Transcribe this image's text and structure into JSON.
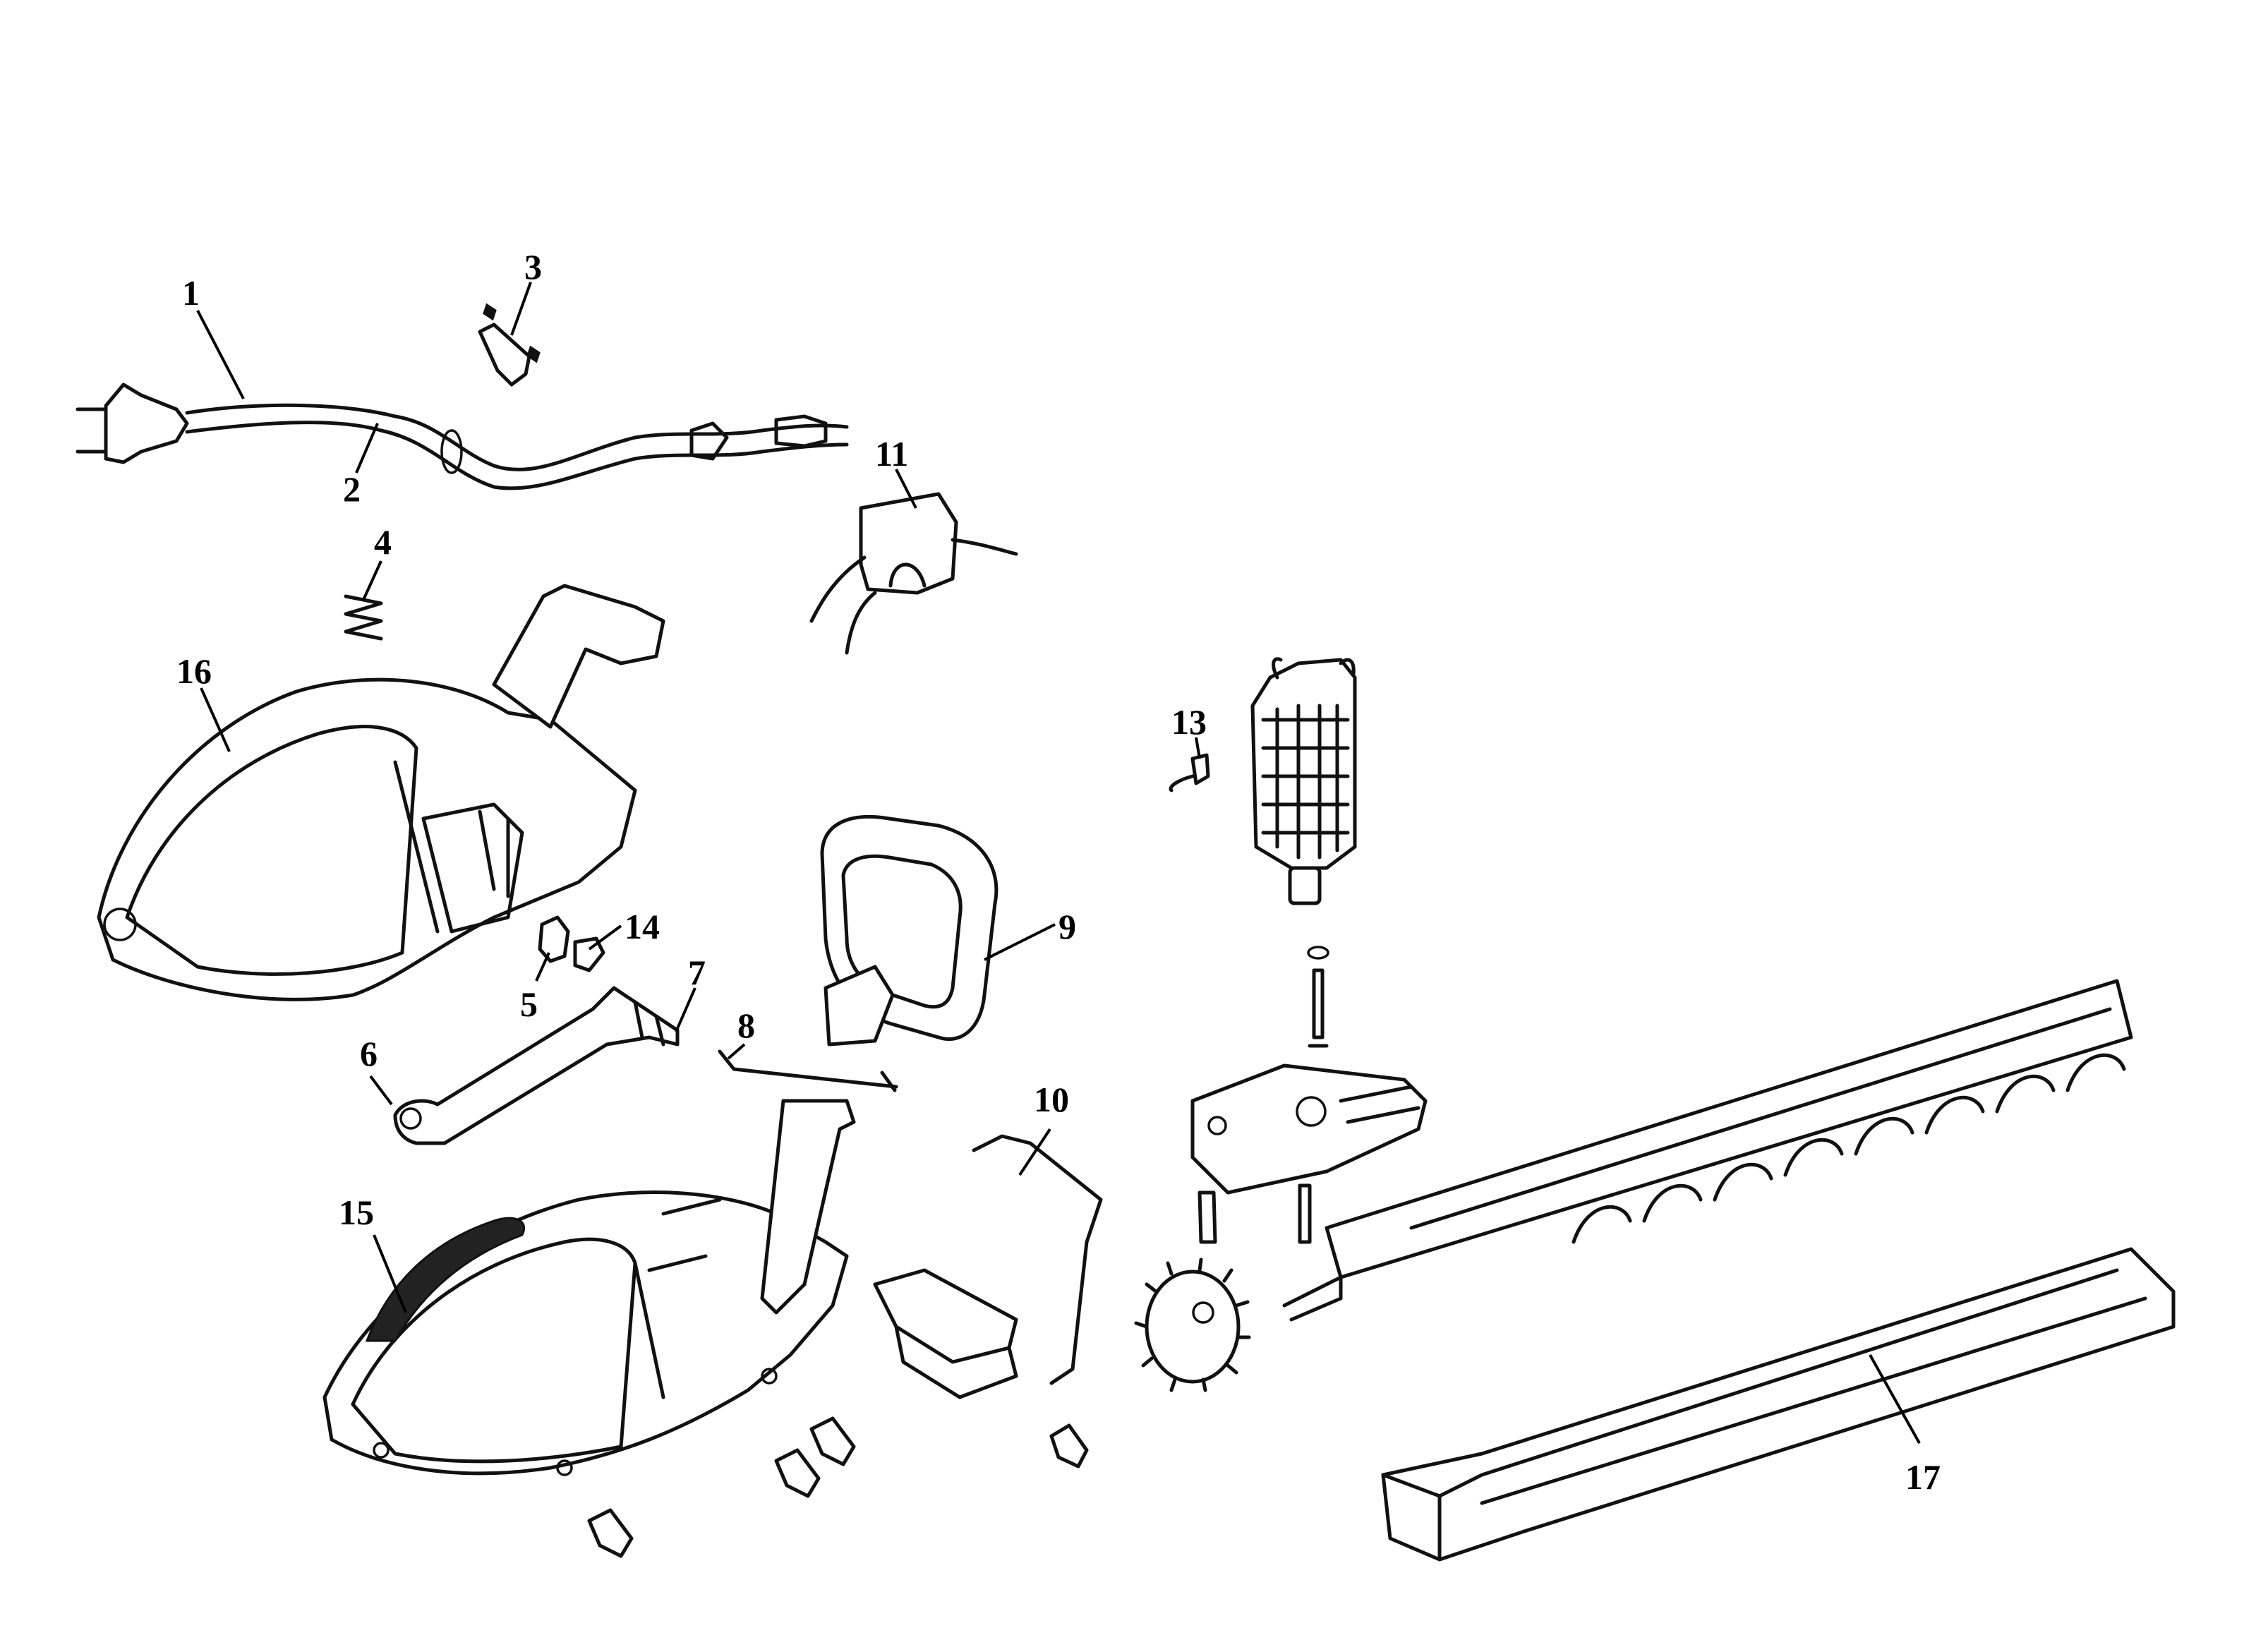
{
  "labels": {
    "l1": "1",
    "l2": "2",
    "l3": "3",
    "l4": "4",
    "l5": "5",
    "l6": "6",
    "l7": "7",
    "l8": "8",
    "l9": "9",
    "l10": "10",
    "l11": "11",
    "l13": "13",
    "l14": "14",
    "l15": "15",
    "l16": "16",
    "l17": "17"
  }
}
